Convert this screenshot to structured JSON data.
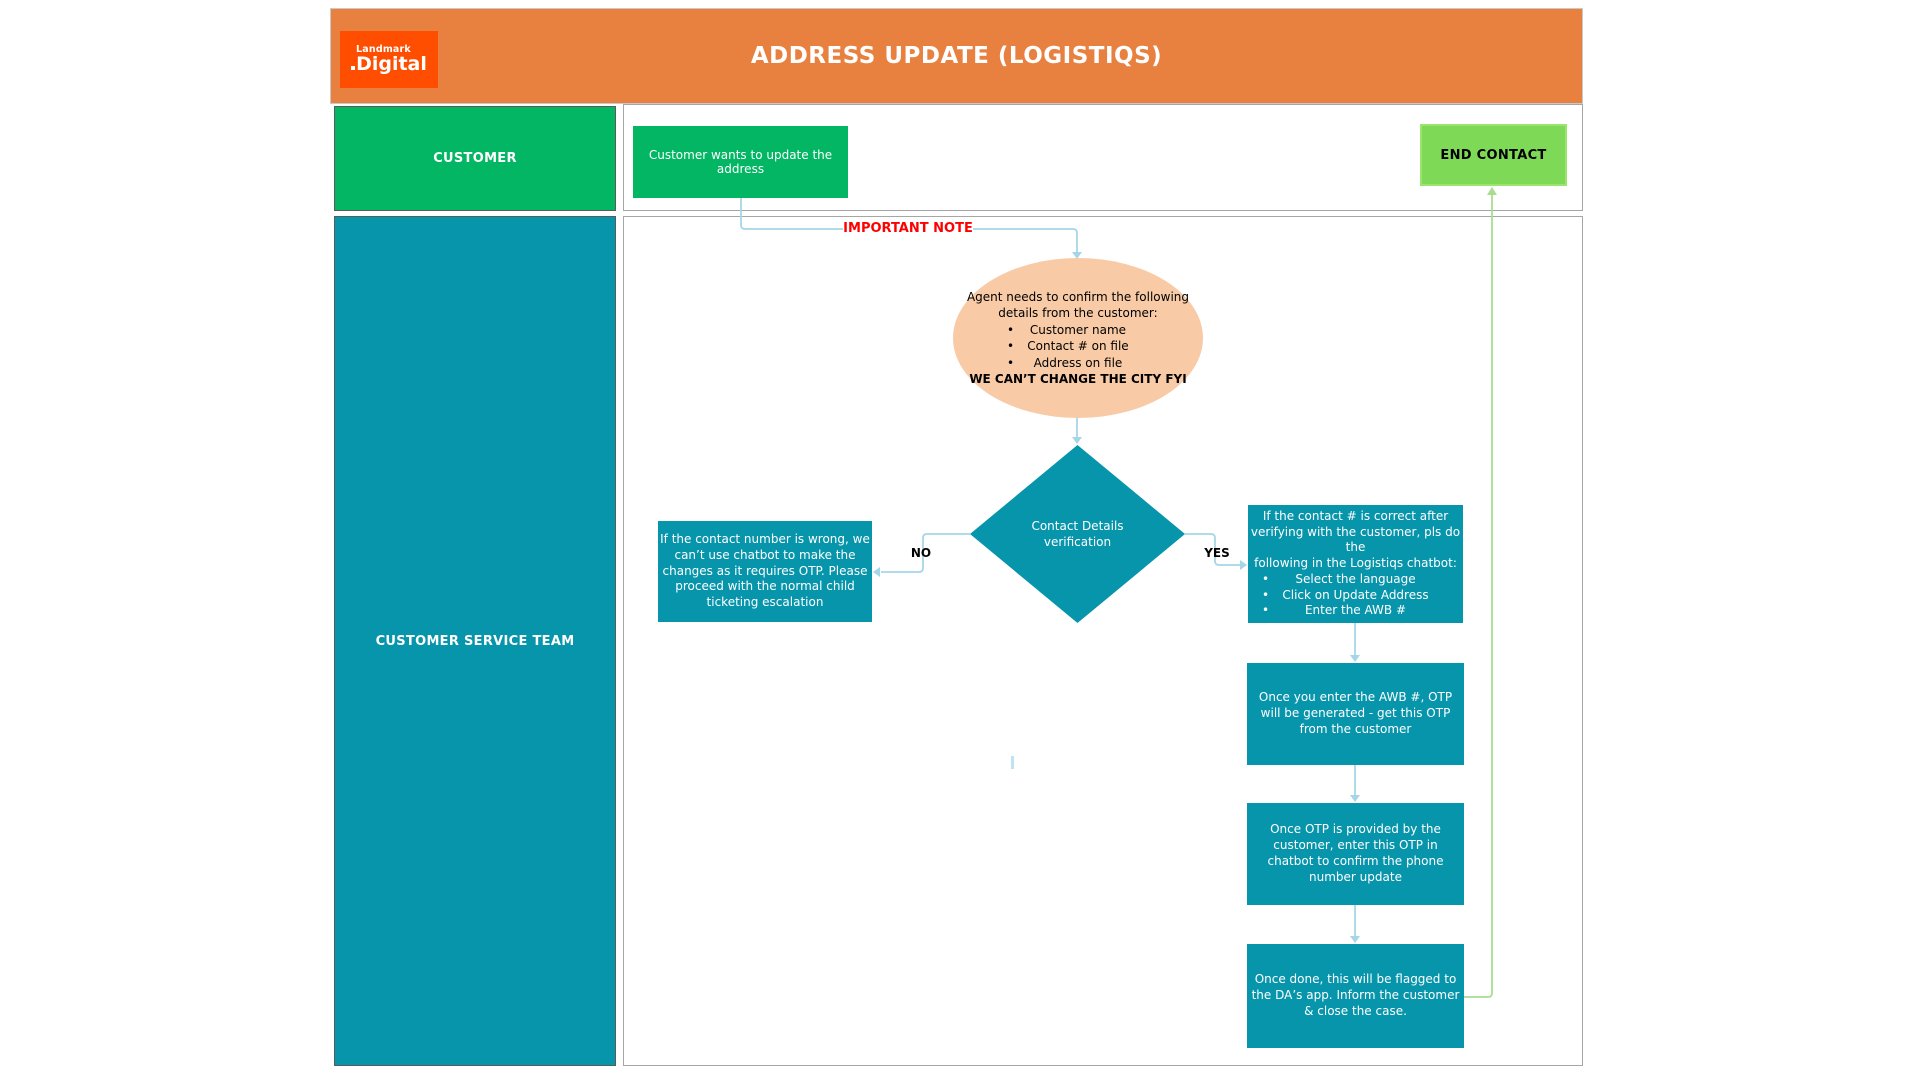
{
  "colors": {
    "header_orange": "#E8813F",
    "logo_orange": "#FF4E00",
    "green": "#02B663",
    "end_contact_green": "#7ED957",
    "teal": "#0795AC",
    "note_peach": "#F8CBA6",
    "important_note_red": "#FF0000",
    "connector_blue": "#A5D6E8",
    "connector_green": "#A8DD90"
  },
  "header": {
    "logo": {
      "line1": "Landmark",
      "line2": "Digital"
    },
    "title": "ADDRESS UPDATE (LOGISTIQS)"
  },
  "lanes": {
    "row1_label": "CUSTOMER",
    "row2_label": "CUSTOMER SERVICE TEAM"
  },
  "customer_lane": {
    "start_box": "Customer wants to update the address",
    "end_box": "END CONTACT"
  },
  "service_lane": {
    "important_note_label": "IMPORTANT NOTE",
    "note": {
      "intro_lines": [
        "Agent needs to confirm the following",
        "details from the customer:"
      ],
      "bullets": [
        "Customer name",
        "Contact # on file",
        "Address on file"
      ],
      "bold_line": "WE CAN’T CHANGE THE CITY FYI"
    },
    "decision": "Contact Details verification",
    "no_label": "NO",
    "yes_label": "YES",
    "no_box": "If the contact number is wrong, we can’t use chatbot to make the changes as it requires OTP. Please proceed with the normal child ticketing escalation",
    "yes_box": {
      "intro_lines": [
        "If the contact # is correct after",
        "verifying with the customer, pls do the",
        "following in the Logistiqs chatbot:"
      ],
      "bullets": [
        "Select the language",
        "Click on Update Address",
        "Enter the AWB #"
      ]
    },
    "step2": "Once you enter the AWB #, OTP will be generated - get this OTP from the customer",
    "step3": "Once OTP is provided by the customer, enter this OTP in chatbot to confirm the phone number update",
    "step4": "Once done, this will be flagged to the DA’s app. Inform the customer & close the case."
  }
}
